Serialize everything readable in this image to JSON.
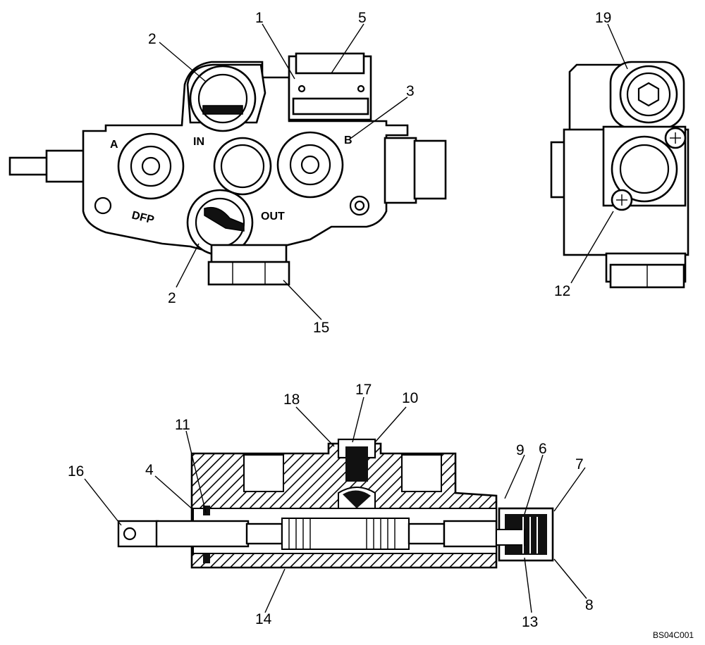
{
  "drawing_id": "BS04C001",
  "views": {
    "front": {
      "embossed": {
        "a": "A",
        "in": "IN",
        "b": "B",
        "dfp": "DFP",
        "out": "OUT"
      },
      "callouts": [
        "1",
        "5",
        "2",
        "3",
        "2",
        "15"
      ]
    },
    "side": {
      "callouts": [
        "19",
        "12"
      ]
    },
    "section": {
      "callouts": [
        "18",
        "17",
        "10",
        "11",
        "16",
        "4",
        "9",
        "6",
        "7",
        "8",
        "13",
        "14"
      ]
    }
  },
  "labels": {
    "c1": "1",
    "c2a": "2",
    "c2b": "2",
    "c3": "3",
    "c4": "4",
    "c5": "5",
    "c6": "6",
    "c7": "7",
    "c8": "8",
    "c9": "9",
    "c10": "10",
    "c11": "11",
    "c12": "12",
    "c13": "13",
    "c14": "14",
    "c15": "15",
    "c16": "16",
    "c17": "17",
    "c18": "18",
    "c19": "19"
  }
}
